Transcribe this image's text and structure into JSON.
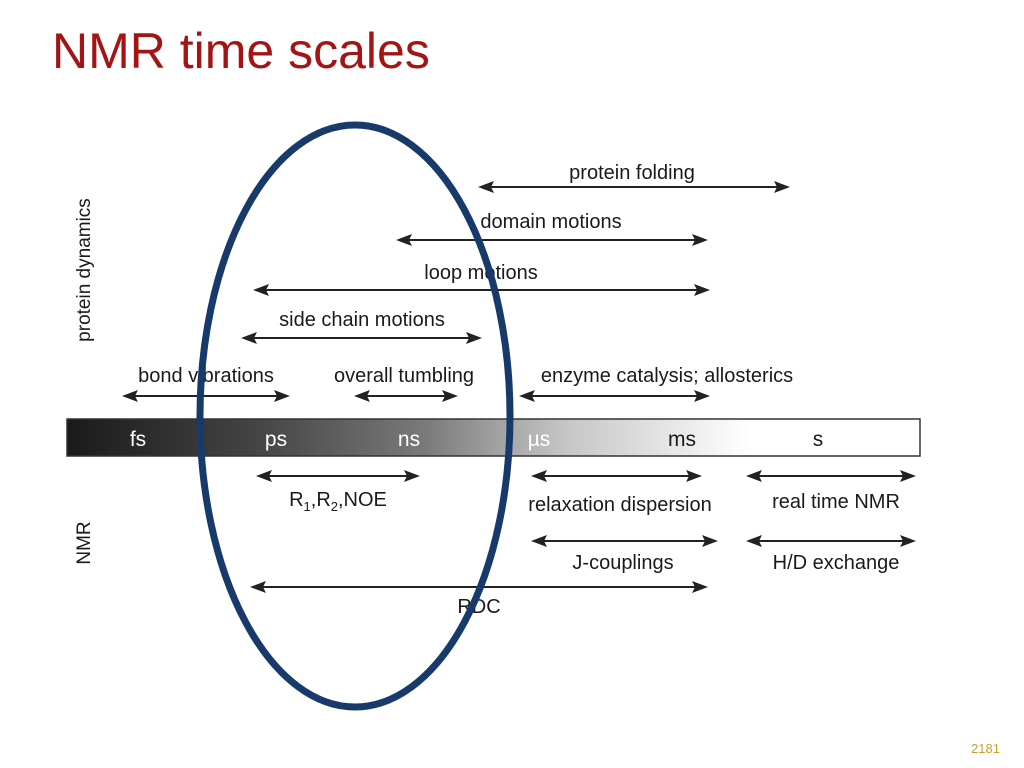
{
  "slide": {
    "title": "NMR time scales",
    "slide_number": "2181"
  },
  "colors": {
    "title": "#a31515",
    "ellipse": "#173a6b",
    "text": "#1a1a1a",
    "arrow": "#222222",
    "bar_dark": "#1a1a1a",
    "bar_light": "#ffffff",
    "slide_number": "#c9a227"
  },
  "section_labels": {
    "dynamics": "protein dynamics",
    "nmr": "NMR"
  },
  "timescale_units": [
    "fs",
    "ps",
    "ns",
    "µs",
    "ms",
    "s"
  ],
  "dynamics_ranges": [
    {
      "id": "protein-folding",
      "label": "protein folding",
      "from": "µs",
      "to": "s"
    },
    {
      "id": "domain-motions",
      "label": "domain motions",
      "from": "ns",
      "to": "ms"
    },
    {
      "id": "loop-motions",
      "label": "loop motions",
      "from": "ps",
      "to": "ms"
    },
    {
      "id": "side-chain-motions",
      "label": "side chain motions",
      "from": "ps",
      "to": "ns"
    },
    {
      "id": "bond-vibrations",
      "label": "bond vibrations",
      "from": "fs",
      "to": "ps"
    },
    {
      "id": "overall-tumbling",
      "label": "overall tumbling",
      "from": "ns",
      "to": "ns"
    },
    {
      "id": "enzyme-catalysis",
      "label": "enzyme catalysis; allosterics",
      "from": "µs",
      "to": "ms"
    }
  ],
  "nmr_ranges": [
    {
      "id": "r1-r2-noe",
      "label_parts": [
        "R",
        "1",
        ",R",
        "2",
        ",NOE"
      ],
      "from": "ps",
      "to": "ns"
    },
    {
      "id": "relaxation-dispersion",
      "label": "relaxation dispersion",
      "from": "µs",
      "to": "ms"
    },
    {
      "id": "real-time-nmr",
      "label": "real time NMR",
      "from": "s",
      "to": "s"
    },
    {
      "id": "j-couplings",
      "label": "J-couplings",
      "from": "µs",
      "to": "ms"
    },
    {
      "id": "hd-exchange",
      "label": "H/D exchange",
      "from": "s",
      "to": "s"
    },
    {
      "id": "rdc",
      "label": "RDC",
      "from": "ps",
      "to": "ms"
    }
  ]
}
